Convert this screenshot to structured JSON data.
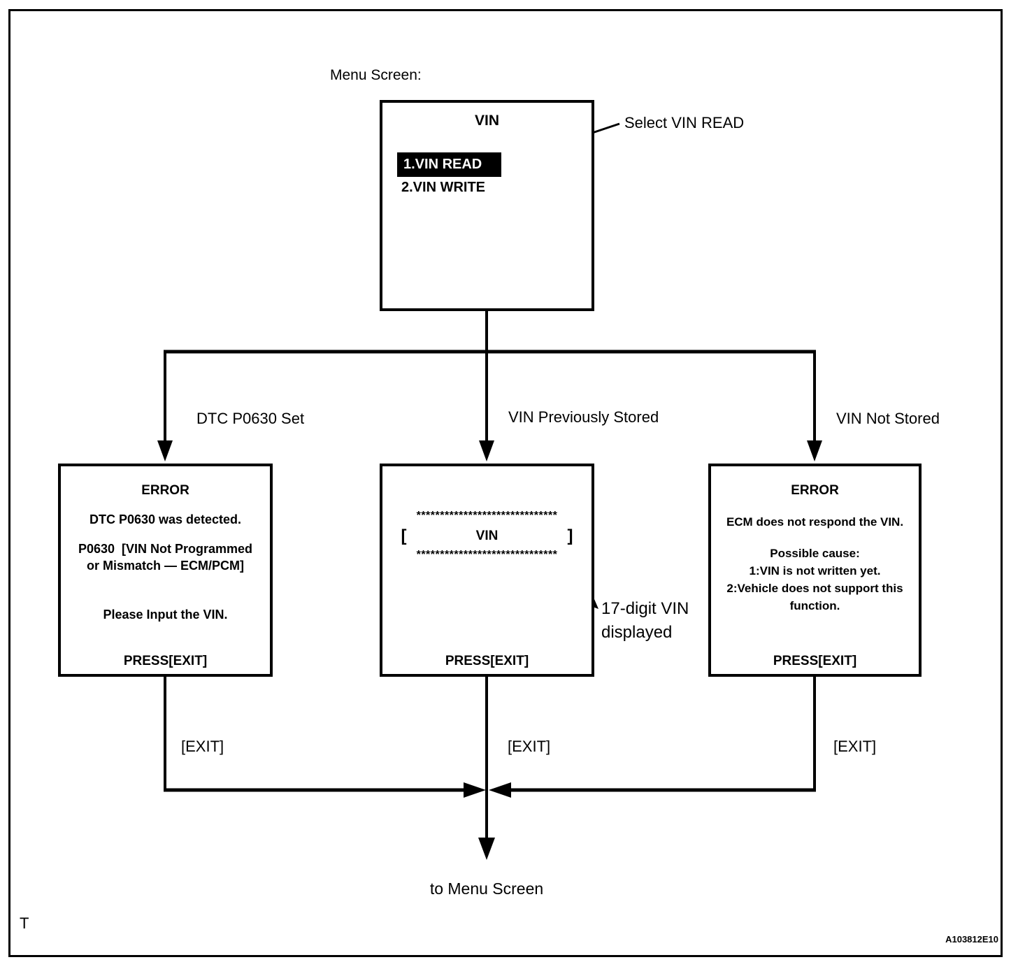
{
  "colors": {
    "ink": "#000000",
    "paper": "#ffffff"
  },
  "header": {
    "caption": "Menu Screen:"
  },
  "menu_screen": {
    "title": "VIN",
    "item_read": "1.VIN READ",
    "item_write": "2.VIN WRITE"
  },
  "annotations": {
    "select_vin_read": "Select VIN READ",
    "vin_digits_line1": "17-digit VIN",
    "vin_digits_line2": "displayed"
  },
  "branch_labels": {
    "dtc_set": "DTC P0630 Set",
    "vin_stored": "VIN Previously Stored",
    "vin_not_stored": "VIN Not Stored"
  },
  "dtc_error_screen": {
    "title": "ERROR",
    "detected": "DTC P0630 was detected.",
    "code_line1": "P0630  [VIN Not Programmed",
    "code_line2": "or Mismatch — ECM/PCM]",
    "prompt": "Please Input the VIN.",
    "press_exit": "PRESS[EXIT]"
  },
  "vin_screen": {
    "stars_top": "******************************",
    "bracket_open": "[",
    "vin": "VIN",
    "bracket_close": "]",
    "stars_bottom": "******************************",
    "press_exit": "PRESS[EXIT]"
  },
  "no_response_error_screen": {
    "title": "ERROR",
    "message": "ECM does not respond the VIN.",
    "cause_title": "Possible cause:",
    "cause_1": "1:VIN is not written yet.",
    "cause_2": "2:Vehicle does not support this",
    "cause_2b": "function.",
    "press_exit": "PRESS[EXIT]"
  },
  "exit_labels": {
    "left": "[EXIT]",
    "middle": "[EXIT]",
    "right": "[EXIT]"
  },
  "flow_end": {
    "to_menu": "to Menu Screen"
  },
  "page": {
    "marker": "T",
    "figure_id": "A103812E10"
  }
}
